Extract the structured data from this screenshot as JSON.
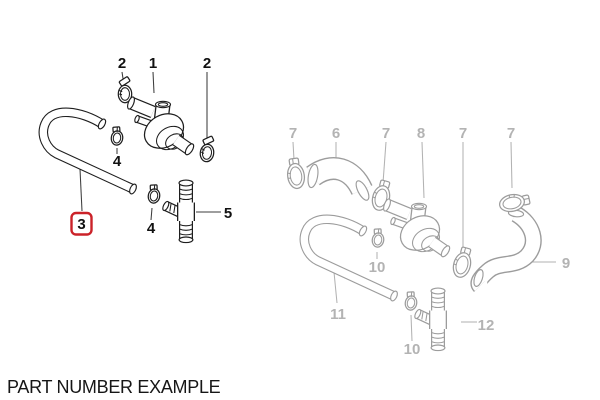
{
  "page": {
    "background_color": "#ffffff",
    "caption": "PART NUMBER EXAMPLE"
  },
  "diagram": {
    "kind": "exploded-parts-diagram",
    "subject": "hose, clamp, valve and T-connector assembly",
    "ink_color": "#1e1e1e",
    "ghost_ink_color": "#9c9c9c",
    "ghost_label_color": "#b3b3b3",
    "label_color": "#111111",
    "highlight": {
      "label": "3",
      "box_color": "#cb2229"
    },
    "active_assembly": {
      "labels": [
        "2",
        "1",
        "2",
        "4",
        "3",
        "4",
        "5"
      ]
    },
    "ghost_assembly": {
      "labels": [
        "7",
        "6",
        "7",
        "8",
        "7",
        "7",
        "10",
        "9",
        "11",
        "10",
        "12"
      ]
    }
  }
}
